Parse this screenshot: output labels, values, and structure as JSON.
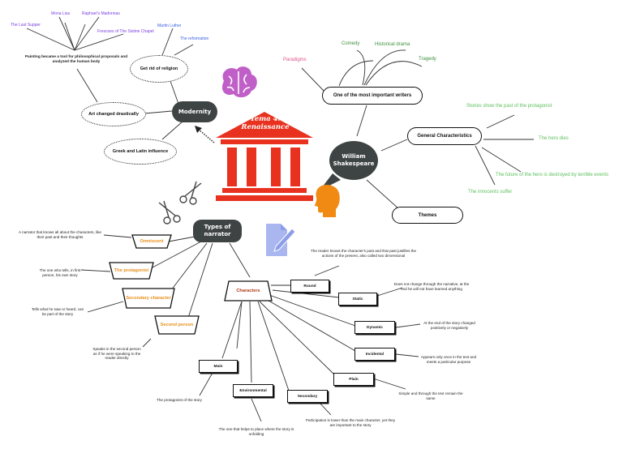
{
  "title": "Tema 4: Renaissance",
  "modernity": {
    "label": "Modernity",
    "religion": "Get rid of religion",
    "art": "Art changed drastically",
    "greek": "Greek and Latin influence",
    "painting": "Painting became a tool for philosophical proposals and analyzed the human body",
    "mona": "Mona Lisa",
    "raphael": "Raphael's Madonnas",
    "supper": "The Last Supper",
    "frescoes": "Frescoes of The Sistine Chapel",
    "luther": "Martin Luther",
    "reformation": "The reformation"
  },
  "shakespeare": {
    "label": "William Shakespeare",
    "important": "One of the most important writers",
    "paradigms": "Paradigms",
    "comedy": "Comedy",
    "historical": "Historical drama",
    "tragedy": "Tragedy",
    "general": "General Characteristics",
    "past": "Stories show the past of the protagonist",
    "dies": "The hero dies",
    "future": "The future of the hero is destroyed by terrible events",
    "innocents": "The innocents suffer",
    "themes": "Themes"
  },
  "narrator": {
    "label": "Types of narrator",
    "omniscent": "Omniscent",
    "omniscent_note": "A narrator that knows all about the characters, like their past and their thoughts",
    "protagonist": "The protagonist",
    "protagonist_note": "The one who tells, in first person, his own story",
    "secondary": "Secondary character",
    "secondary_note": "Tells what he saw or heard, can be part of the story",
    "second": "Second person",
    "second_note": "Speaks in the second person as if he were speaking to the reader directly"
  },
  "characters": {
    "label": "Characters",
    "round": "Round",
    "round_note": "The reader knows the character's past and that past justifies the actions of the present, also called two dimensional",
    "static": "Static",
    "static_note": "Does not change through the narrative, at the end he will not have learned anything",
    "dynamic": "Dynamic",
    "dynamic_note": "At the end of the story changed positively or negatively",
    "incidental": "Incidental",
    "incidental_note": "Appears only once in the text and meets a particular purpose",
    "plain": "Plain",
    "plain_note": "Simple and through the text remain the same",
    "main": "Main",
    "main_note": "The protagonist of the story",
    "environmental": "Environmental",
    "environmental_note": "The one that helps to place where the story is unfolding",
    "secondary": "Secondary",
    "secondary_note": "Participation is lower than the main character, yet they are important to the story"
  },
  "icons": [
    "brain-icon",
    "temple-icon",
    "speaker-head-icon",
    "scissors-icon",
    "document-pen-icon"
  ],
  "colors": {
    "temple": "#e8321f",
    "pill_dark": "#3e4443",
    "brain": "#c05fc8",
    "head": "#f08a12",
    "doc": "#8c9ee8",
    "orange_text": "#e8901a"
  }
}
